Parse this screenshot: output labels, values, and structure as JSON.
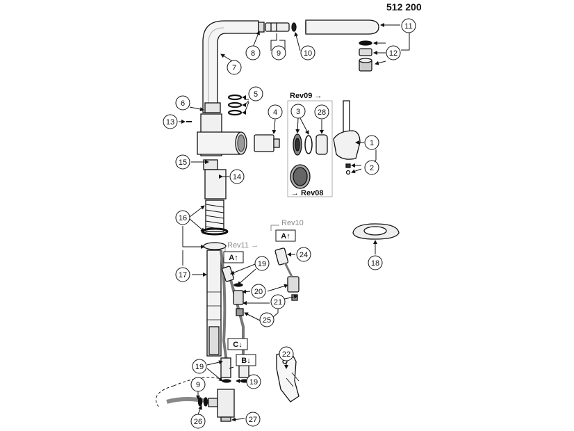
{
  "part_number": "512 200",
  "callouts": [
    {
      "n": "1"
    },
    {
      "n": "2"
    },
    {
      "n": "3"
    },
    {
      "n": "4"
    },
    {
      "n": "5"
    },
    {
      "n": "6"
    },
    {
      "n": "7"
    },
    {
      "n": "8"
    },
    {
      "n": "9"
    },
    {
      "n": "10"
    },
    {
      "n": "11"
    },
    {
      "n": "12"
    },
    {
      "n": "13"
    },
    {
      "n": "14"
    },
    {
      "n": "15"
    },
    {
      "n": "16"
    },
    {
      "n": "17"
    },
    {
      "n": "18"
    },
    {
      "n": "19"
    },
    {
      "n": "20"
    },
    {
      "n": "21"
    },
    {
      "n": "22"
    },
    {
      "n": "24"
    },
    {
      "n": "25"
    },
    {
      "n": "26"
    },
    {
      "n": "27"
    },
    {
      "n": "28"
    }
  ],
  "revisions": {
    "rev09": "Rev09 →",
    "rev08": "→ Rev08",
    "rev10": "Rev10",
    "rev11": "Rev11 →"
  },
  "tags": {
    "a1": "A↑",
    "a2": "A↑",
    "c": "C↓",
    "b": "B↓"
  }
}
